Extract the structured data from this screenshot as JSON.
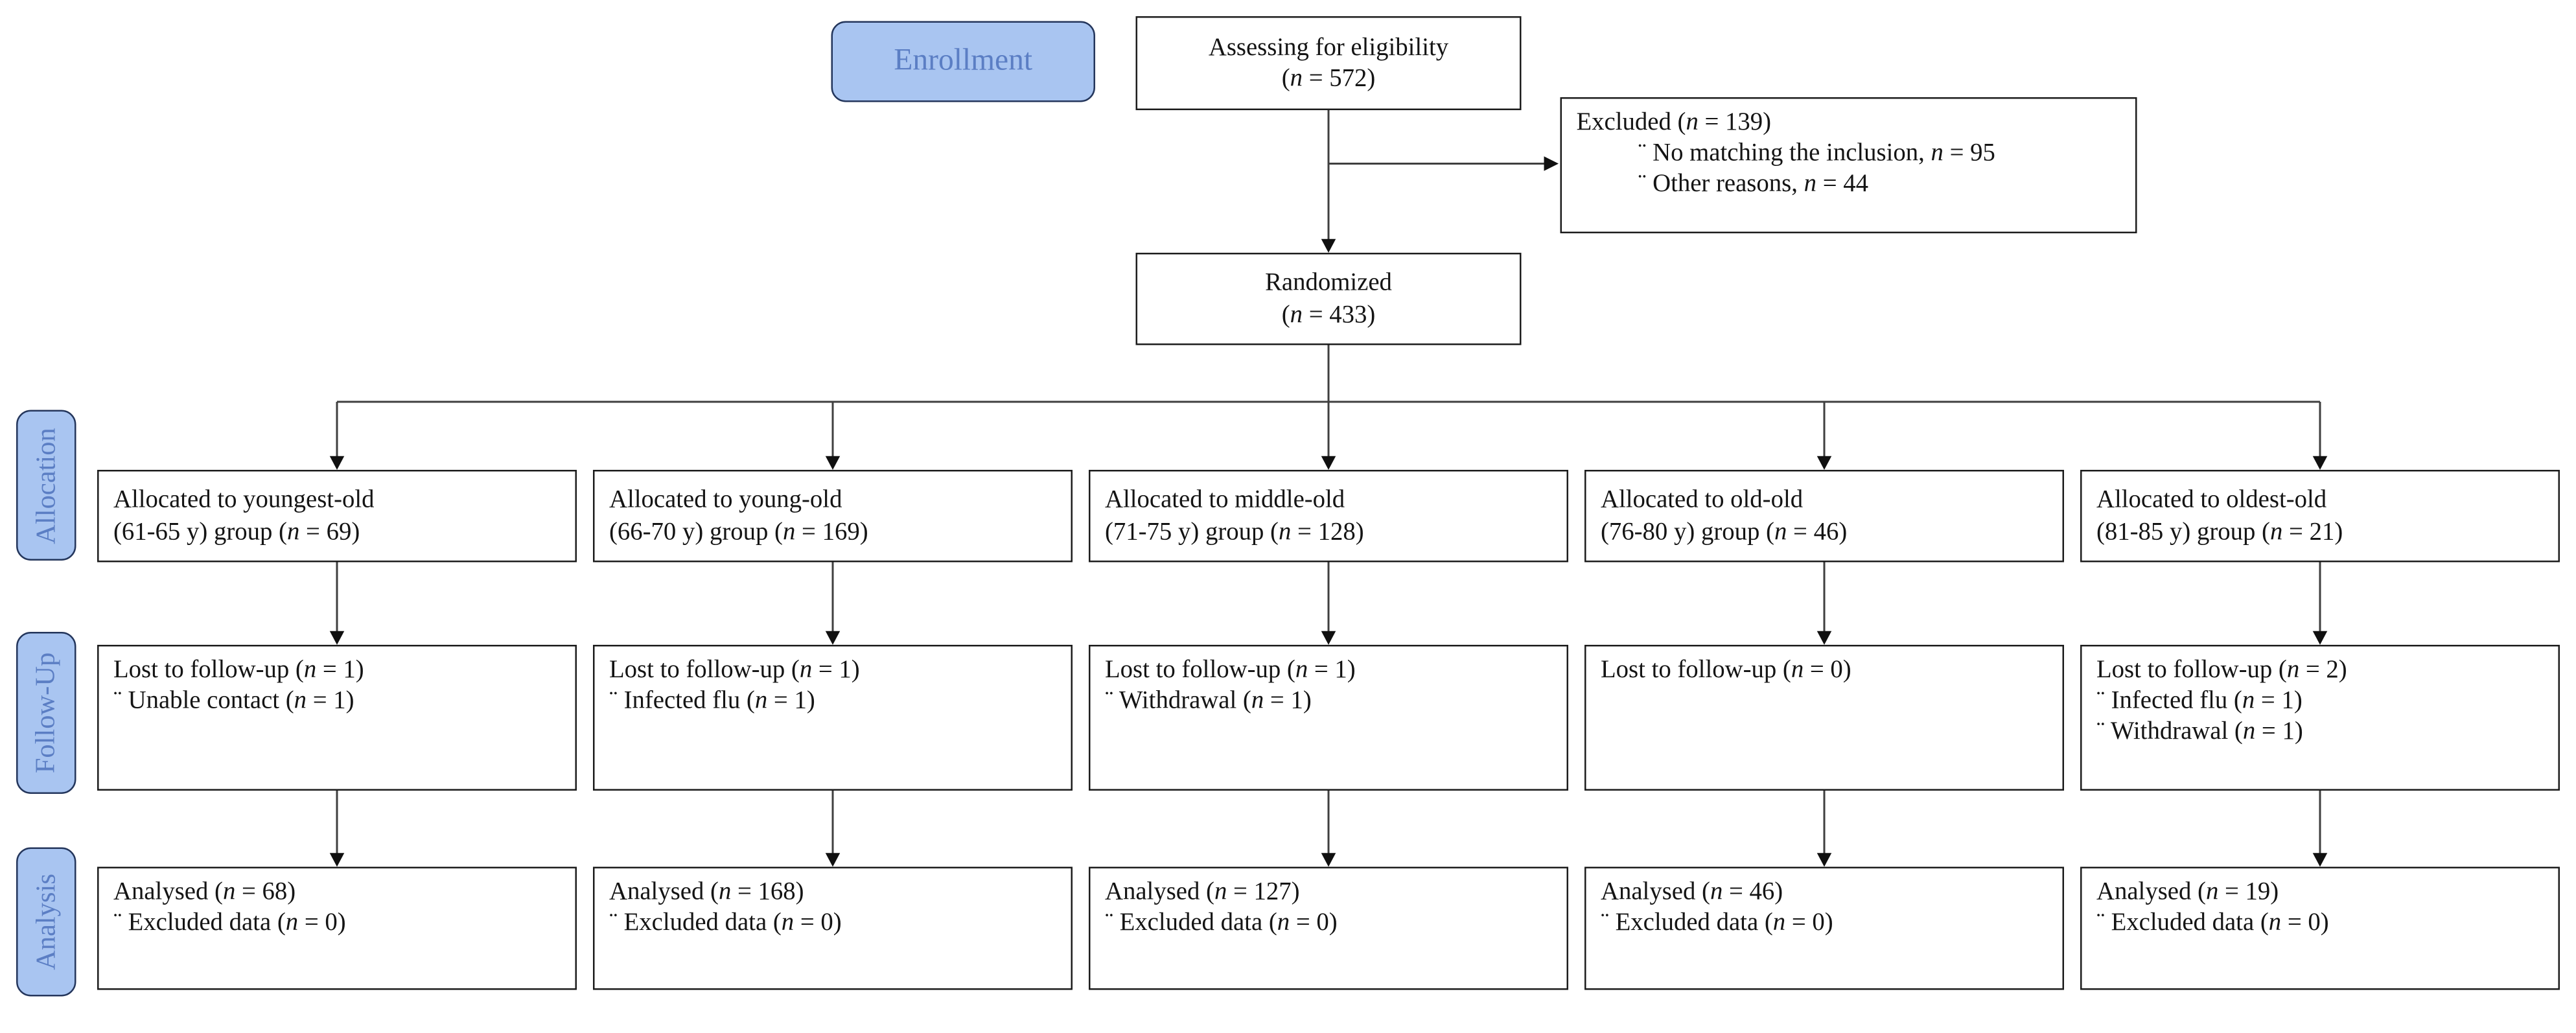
{
  "rails": {
    "enrollment": "Enrollment",
    "allocation": "Allocation",
    "follow_up": "Follow-Up",
    "analysis": "Analysis"
  },
  "enrollment_flow": {
    "assessing": {
      "line1": "Assessing for eligibility",
      "line2": "(n = 572)"
    },
    "excluded": {
      "title": "Excluded (n = 139)",
      "items": [
        "¨ No matching the inclusion, n = 95",
        "¨ Other reasons, n = 44"
      ]
    },
    "randomized": {
      "line1": "Randomized",
      "line2": "(n = 433)"
    }
  },
  "columns": [
    {
      "allocation_line1": "Allocated to youngest-old",
      "allocation_line2": "(61-65 y) group (n = 69)",
      "followup_title": "Lost to follow-up (n = 1)",
      "followup_items": [
        "¨ Unable contact (n = 1)"
      ],
      "analysis_title": "Analysed (n = 68)",
      "analysis_items": [
        "¨ Excluded data (n = 0)"
      ]
    },
    {
      "allocation_line1": "Allocated to young-old",
      "allocation_line2": "(66-70 y) group (n = 169)",
      "followup_title": "Lost to follow-up (n = 1)",
      "followup_items": [
        "¨ Infected flu (n = 1)"
      ],
      "analysis_title": "Analysed (n = 168)",
      "analysis_items": [
        "¨ Excluded data (n = 0)"
      ]
    },
    {
      "allocation_line1": "Allocated to middle-old",
      "allocation_line2": "(71-75 y) group (n = 128)",
      "followup_title": "Lost to follow-up (n = 1)",
      "followup_items": [
        "¨ Withdrawal (n = 1)"
      ],
      "analysis_title": "Analysed (n = 127)",
      "analysis_items": [
        "¨ Excluded data (n = 0)"
      ]
    },
    {
      "allocation_line1": "Allocated to old-old",
      "allocation_line2": "(76-80 y) group (n = 46)",
      "followup_title": "Lost to follow-up (n = 0)",
      "followup_items": [],
      "analysis_title": "Analysed (n = 46)",
      "analysis_items": [
        "¨ Excluded data (n = 0)"
      ]
    },
    {
      "allocation_line1": "Allocated to oldest-old",
      "allocation_line2": "(81-85 y) group (n = 21)",
      "followup_title": "Lost to follow-up (n = 2)",
      "followup_items": [
        "¨ Infected flu (n = 1)",
        "¨  Withdrawal (n = 1)"
      ],
      "analysis_title": "Analysed (n = 19)",
      "analysis_items": [
        "¨ Excluded data (n = 0)"
      ]
    }
  ],
  "colors": {
    "rail_fill": "#a9c5f1",
    "rail_border": "#24365c",
    "rail_text": "#5b7ec4",
    "box_border": "#1c1c1c",
    "line": "#3f3f3f",
    "arrow": "#101010"
  }
}
